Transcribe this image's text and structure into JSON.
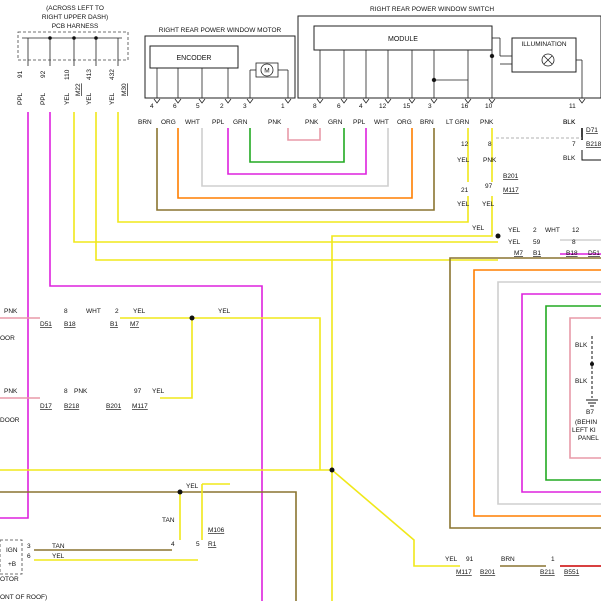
{
  "header": {
    "harness_note_1": "(ACROSS LEFT TO",
    "harness_note_2": "RIGHT UPPER DASH)",
    "harness_note_3": "PCB HARNESS",
    "motor_title": "RIGHT REAR POWER WINDOW MOTOR",
    "switch_title": "RIGHT REAR POWER WINDOW SWITCH"
  },
  "components": {
    "encoder": "ENCODER",
    "motor_symbol": "M",
    "module": "MODULE",
    "illumination": "ILLUMINATION",
    "ground_label_1": "(BEHIN",
    "ground_label_2": "LEFT KI",
    "ground_label_3": "PANEL",
    "ground_id": "B7",
    "ign": "IGN",
    "plus_b": "+B",
    "otor": "OTOR",
    "roof": "ONT OF ROOF)",
    "oor1": "OOR",
    "oor2": "DOOR"
  },
  "harness_pins": [
    {
      "pin": "91",
      "wire": "PPL"
    },
    {
      "pin": "92",
      "wire": "PPL"
    },
    {
      "pin": "110",
      "wire": "YEL"
    },
    {
      "pin": "413",
      "wire": "YEL"
    },
    {
      "pin": "432",
      "wire": "YEL"
    }
  ],
  "harness_conn": [
    "M22",
    "M30"
  ],
  "motor_pins": [
    {
      "pin": "4",
      "wire": "BRN"
    },
    {
      "pin": "6",
      "wire": "ORG"
    },
    {
      "pin": "5",
      "wire": "WHT"
    },
    {
      "pin": "2",
      "wire": "PPL"
    },
    {
      "pin": "3",
      "wire": "GRN"
    },
    {
      "pin": "1",
      "wire": "PNK"
    }
  ],
  "switch_pins": [
    {
      "pin": "8",
      "wire": "PNK"
    },
    {
      "pin": "6",
      "wire": "GRN"
    },
    {
      "pin": "4",
      "wire": "PPL"
    },
    {
      "pin": "12",
      "wire": "WHT"
    },
    {
      "pin": "15",
      "wire": "ORG"
    },
    {
      "pin": "3",
      "wire": "BRN"
    },
    {
      "pin": "16",
      "wire": "LT GRN"
    },
    {
      "pin": "10",
      "wire": "PNK"
    },
    {
      "pin": "11",
      "wire": "BLK"
    }
  ],
  "labels": {
    "p12": "12",
    "p8": "8",
    "p7": "7",
    "d71": "D71",
    "b218": "B218",
    "blk": "BLK",
    "yel": "YEL",
    "pnk": "PNK",
    "b201": "B201",
    "p21": "21",
    "p97": "97",
    "m117": "M117",
    "p2": "2",
    "wht": "WHT",
    "p59": "59",
    "m7": "M7",
    "b1": "B1",
    "b18": "B18",
    "d51": "D51",
    "p8b": "8",
    "p2b": "2",
    "p97b": "97",
    "p4": "4",
    "p5": "5",
    "m106": "M106",
    "r1": "R1",
    "tan": "TAN",
    "p3": "3",
    "p6": "6",
    "p91": "91",
    "brn": "BRN",
    "p1": "1",
    "b211": "B211",
    "b551": "B551",
    "d17": "D17"
  }
}
